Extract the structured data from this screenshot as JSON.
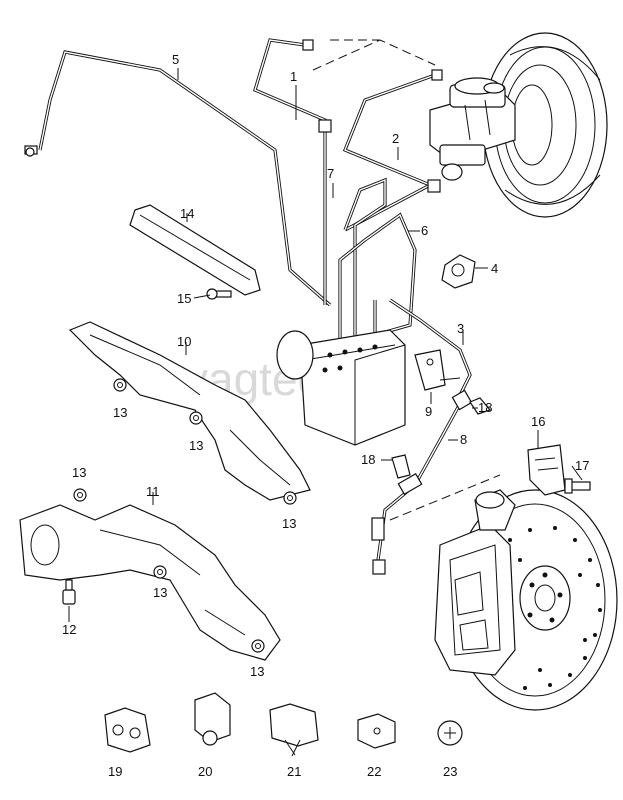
{
  "watermark": "yagtec.ru",
  "callouts": {
    "c1": "1",
    "c2": "2",
    "c3": "3",
    "c4": "4",
    "c5": "5",
    "c6": "6",
    "c7": "7",
    "c8": "8",
    "c9": "9",
    "c10": "10",
    "c11": "11",
    "c12": "12",
    "c13a": "13",
    "c13b": "13",
    "c13c": "13",
    "c13d": "13",
    "c13e": "13",
    "c13f": "13",
    "c14": "14",
    "c15": "15",
    "c16": "16",
    "c17": "17",
    "c18a": "18",
    "c18b": "18",
    "c19": "19",
    "c20": "20",
    "c21": "21",
    "c22": "22",
    "c23": "23"
  }
}
